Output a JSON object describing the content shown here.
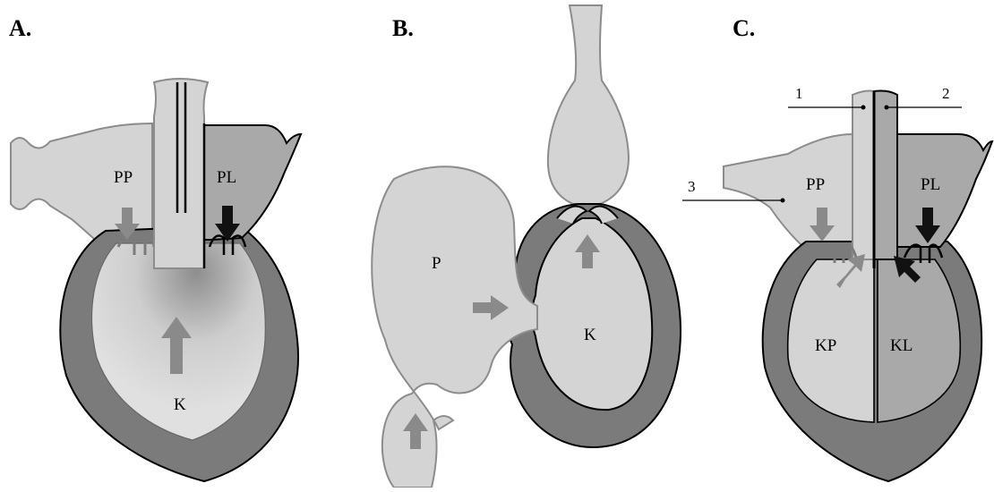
{
  "panels": [
    {
      "id": "A",
      "title": "A.",
      "labels": {
        "atrium_left": "PP",
        "atrium_right": "PL",
        "ventricle": "K"
      }
    },
    {
      "id": "B",
      "title": "B.",
      "labels": {
        "sinus": "P",
        "ventricle": "K"
      }
    },
    {
      "id": "C",
      "title": "C.",
      "labels": {
        "atrium_left": "PP",
        "atrium_right": "PL",
        "ventricle_left": "KP",
        "ventricle_right": "KL",
        "callout_1": "1",
        "callout_2": "2",
        "callout_3": "3"
      }
    }
  ],
  "colors": {
    "light_fill": "#d4d4d4",
    "medium_fill": "#a9a9a9",
    "dark_wall": "#7b7b7b",
    "grey_arrow": "#8a8a8a",
    "black_arrow": "#111111",
    "outline": "#000000",
    "light_outline": "#8c8c8c"
  },
  "icons": [
    "grey-flow-arrow-icon",
    "black-flow-arrow-icon"
  ]
}
